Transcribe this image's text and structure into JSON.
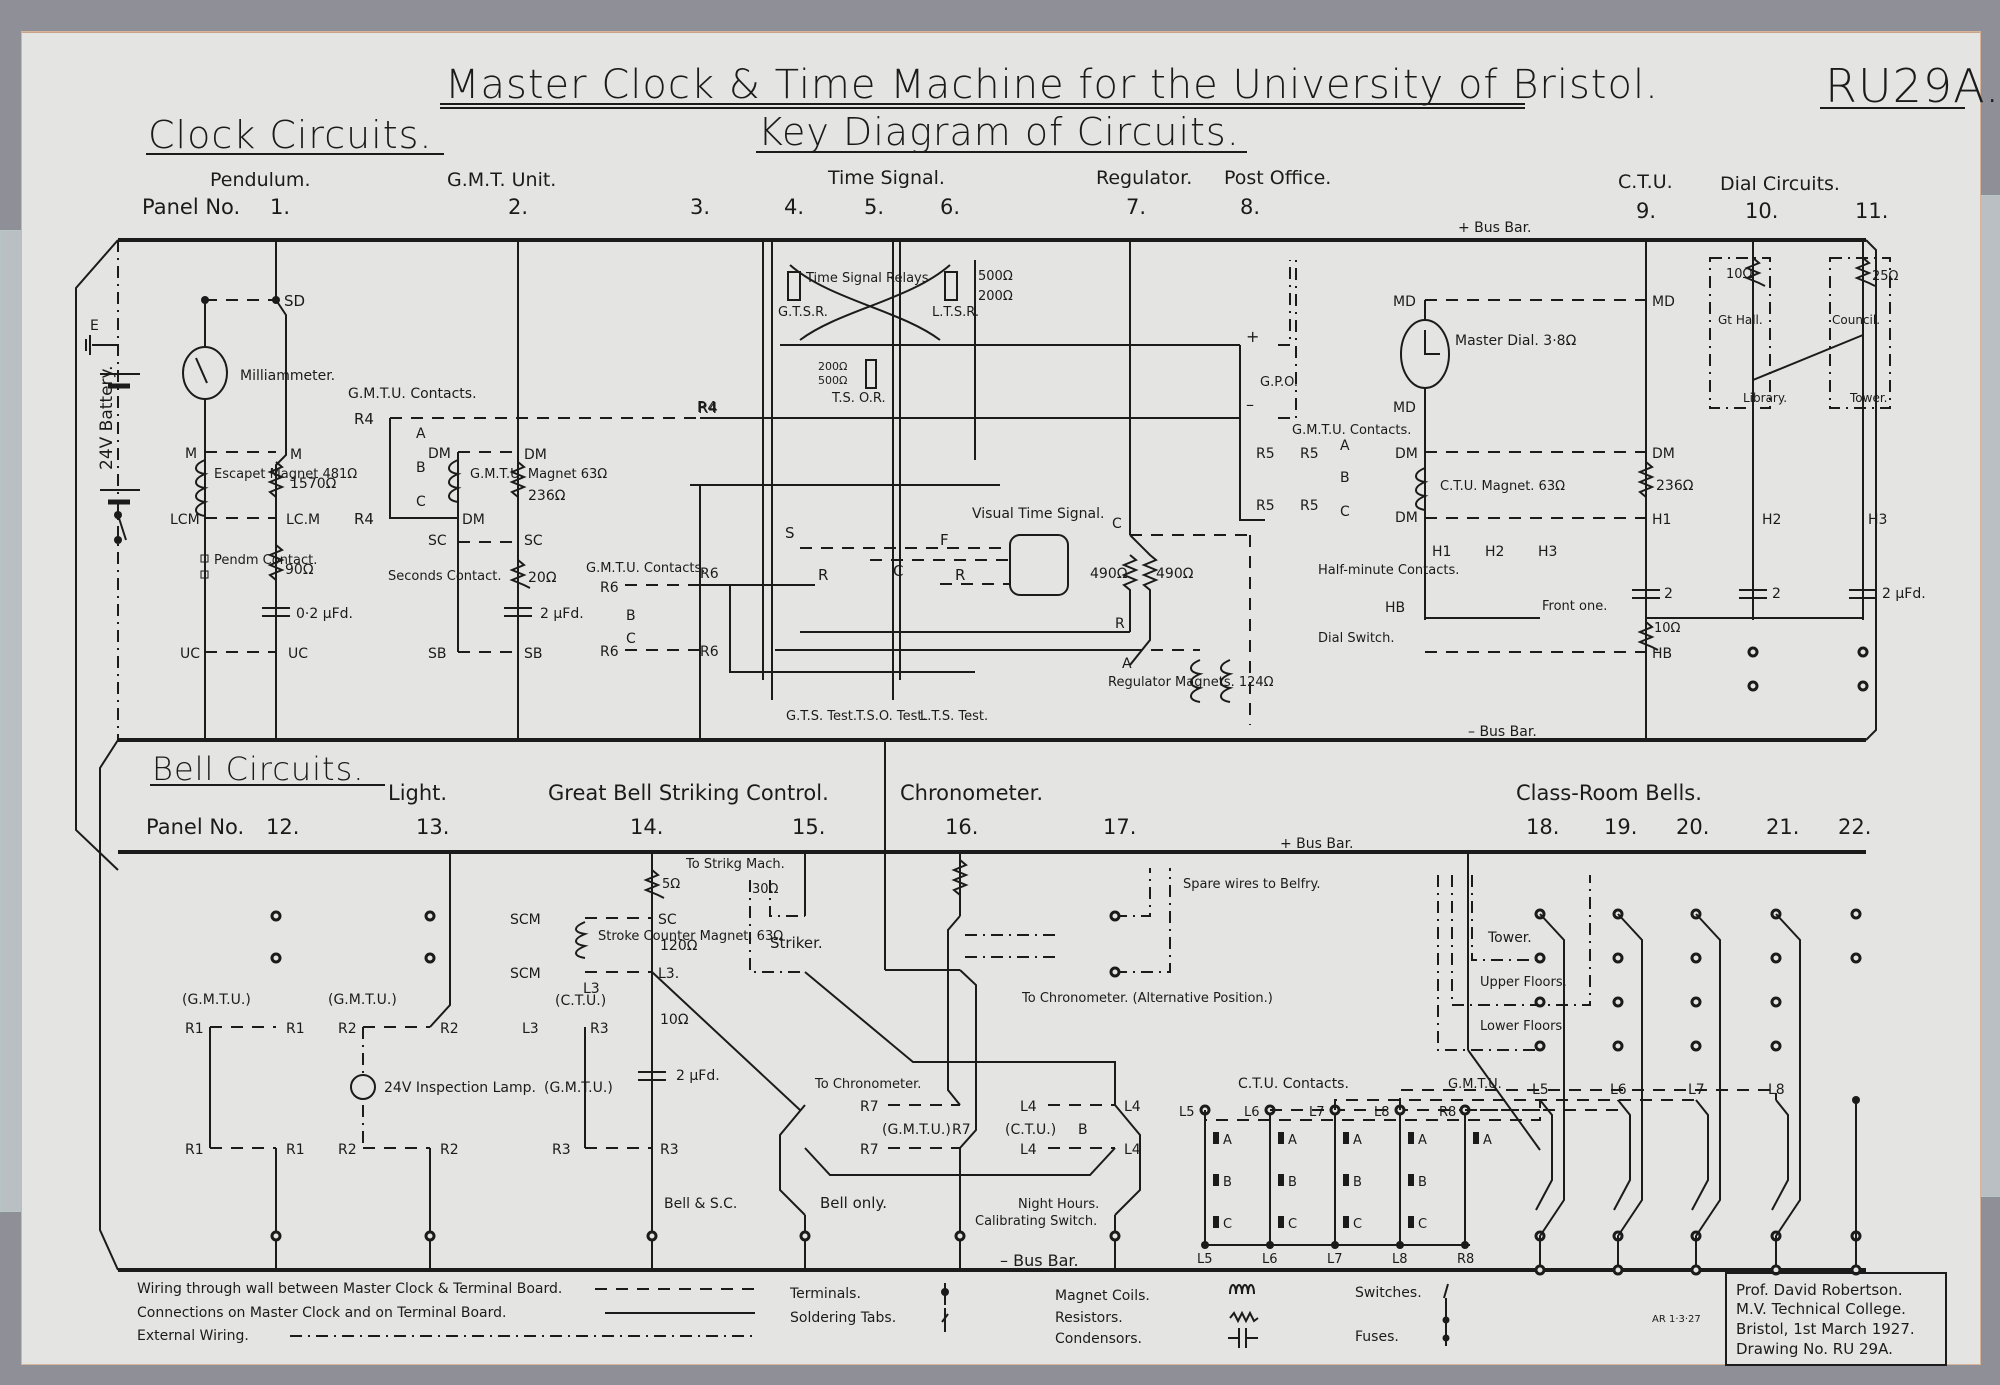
{
  "title": "Master Clock & Time Machine for the University of Bristol.",
  "drawing_code": "RU29A.",
  "subtitle": "Key Diagram of Circuits.",
  "clock_section": {
    "heading": "Clock Circuits.",
    "panel_label": "Panel No.",
    "groups": [
      {
        "label": "Pendulum.",
        "panels": [
          "1."
        ]
      },
      {
        "label": "G.M.T. Unit.",
        "panels": [
          "2."
        ]
      },
      {
        "label": "",
        "panels": [
          "3."
        ]
      },
      {
        "label": "Time Signal.",
        "panels": [
          "4.",
          "5.",
          "6."
        ]
      },
      {
        "label": "Regulator.",
        "panels": [
          "7."
        ]
      },
      {
        "label": "Post Office.",
        "panels": [
          "8."
        ]
      },
      {
        "label": "C.T.U.",
        "panels": [
          "9."
        ]
      },
      {
        "label": "Dial Circuits.",
        "panels": [
          "10.",
          "11."
        ]
      }
    ],
    "plus_bus": "+ Bus Bar.",
    "minus_bus": "– Bus Bar.",
    "labels": {
      "battery": "24V Battery.",
      "earth": "E",
      "milliammeter": "Milliammeter.",
      "sd": "SD",
      "m": "M",
      "lcm": "LCM",
      "lcm2": "LC.M",
      "uc": "UC",
      "escapement": "Escapet Magnet 481Ω",
      "r1570": "1570Ω",
      "pend_contact": "Pendm Contact.",
      "r90": "90Ω",
      "c02": "0·2 μFd.",
      "gmtu_contacts": "G.M.T.U. Contacts.",
      "r4": "R4",
      "a": "A",
      "b": "B",
      "c": "C",
      "dm": "DM",
      "gmtu_magnet": "G.M.T.U. Magnet 63Ω",
      "r236": "236Ω",
      "sc": "SC",
      "seconds_contact": "Seconds Contact.",
      "r20": "20Ω",
      "c2": "2 μFd.",
      "sb": "SB",
      "time_signal_relays": "Time Signal  Relays",
      "gtsr": "G.T.S.R.",
      "ltsr": "L.T.S.R.",
      "r500": "500Ω",
      "r200": "200Ω",
      "tsor": "T.S. O.R.",
      "r6": "R6",
      "s": "S",
      "r": "R",
      "f": "F",
      "visual_time_signal": "Visual Time Signal.",
      "gts_test": "G.T.S. Test.",
      "tso_test": "T.S.O. Test.",
      "lts_test": "L.T.S. Test.",
      "r490": "490Ω",
      "regulator_magnets": "Regulator Magnets. 124Ω",
      "gpo": "G.P.O.",
      "plus": "+",
      "minus": "–",
      "r5": "R5",
      "md": "MD",
      "master_dial": "Master Dial. 3·8Ω",
      "ctu_magnet": "C.T.U. Magnet. 63Ω",
      "h1": "H1",
      "h2": "H2",
      "h3": "H3",
      "half_minute": "Half-minute Contacts.",
      "hb": "HB",
      "dial_switch": "Dial Switch.",
      "front_one": "Front one.",
      "c_2": "2",
      "c_2mfd": "2 μFd.",
      "r10": "10Ω",
      "r25": "25Ω",
      "gt_hall": "Gt Hall.",
      "council": "Council.",
      "library": "Library.",
      "tower": "Tower."
    }
  },
  "bell_section": {
    "heading": "Bell Circuits.",
    "panel_label": "Panel No.",
    "groups": [
      {
        "label": "",
        "panels": [
          "12."
        ]
      },
      {
        "label": "Light.",
        "panels": [
          "13."
        ]
      },
      {
        "label": "Great Bell Striking Control.",
        "panels": [
          "14.",
          "15."
        ]
      },
      {
        "label": "Chronometer.",
        "panels": [
          "16."
        ]
      },
      {
        "label": "",
        "panels": [
          "17."
        ]
      },
      {
        "label": "Class-Room Bells.",
        "panels": [
          "18.",
          "19.",
          "20.",
          "21.",
          "22."
        ]
      }
    ],
    "plus_bus": "+ Bus Bar.",
    "minus_bus": "– Bus Bar.",
    "labels": {
      "gmtu_paren": "(G.M.T.U.)",
      "ctu_paren": "(C.T.U.)",
      "r1": "R1",
      "r2": "R2",
      "r3": "R3",
      "r7": "R7",
      "r8": "R8",
      "l3": "L3",
      "l3dot": "L3.",
      "l4": "L4",
      "l5": "L5",
      "l6": "L6",
      "l7": "L7",
      "l8": "L8",
      "inspection_lamp": "24V Inspection Lamp.",
      "scm": "SCM",
      "sc": "SC",
      "stroke_counter": "Stroke Counter Magnet. 63Ω",
      "r5": "5Ω",
      "r120": "120Ω",
      "r10": "10Ω",
      "c2": "2 μFd.",
      "bell_sc": "Bell & S.C.",
      "to_striking": "To Strikg Mach.",
      "r30": "30Ω",
      "striker": "Striker.",
      "to_chronometer": "To Chronometer.",
      "to_chronometer_alt": "To Chronometer. (Alternative Position.)",
      "spare_wires": "Spare wires to Belfry.",
      "bell_only": "Bell only.",
      "calibrating": "Calibrating Switch.",
      "night_hours": "Night Hours.",
      "ctu_contacts": "C.T.U. Contacts.",
      "gmtu": "G.M.T.U.",
      "tower": "Tower.",
      "upper_floors": "Upper Floors.",
      "lower_floors": "Lower Floors.",
      "a": "A",
      "b": "B",
      "c": "C"
    }
  },
  "legend": {
    "lines": [
      {
        "label": "Wiring through wall between Master Clock & Terminal Board.",
        "style": "dashed"
      },
      {
        "label": "Connections on Master Clock and on Terminal Board.",
        "style": "solid"
      },
      {
        "label": "External Wiring.",
        "style": "dash-dot"
      }
    ],
    "symbols": [
      {
        "label": "Terminals.",
        "icon": "terminal-icon"
      },
      {
        "label": "Soldering Tabs.",
        "icon": "soldering-tab-icon"
      },
      {
        "label": "Magnet Coils.",
        "icon": "magnet-coil-icon"
      },
      {
        "label": "Resistors.",
        "icon": "resistor-icon"
      },
      {
        "label": "Condensors.",
        "icon": "condenser-icon"
      },
      {
        "label": "Switches.",
        "icon": "switch-icon"
      },
      {
        "label": "Fuses.",
        "icon": "fuse-icon"
      }
    ]
  },
  "initials": "AR 1·3·27",
  "credits": [
    "Prof. David Robertson.",
    "M.V. Technical College.",
    "Bristol, 1st March 1927.",
    "Drawing No. RU 29A."
  ]
}
